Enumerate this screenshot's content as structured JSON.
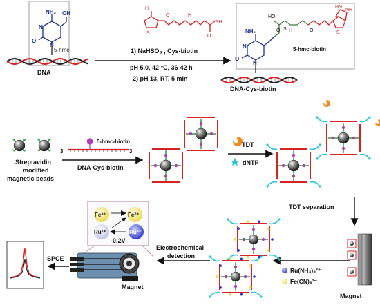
{
  "top": {
    "dna_label": "DNA",
    "hmc_label": "5-hmc",
    "step1": "1) NaHSO₃ , Cys-biotin",
    "cond1": "pH 5.0, 42 °C, 36-42 h",
    "step2": "2) pH 13, RT, 5 min",
    "product_box_label": "5-hmc-biotin",
    "product_label": "DNA-Cys-biotin",
    "atoms": {
      "nh2": "NH₂",
      "n": "N",
      "o": "O",
      "oh": "OH",
      "h": "H",
      "hn": "HN",
      "nh": "NH",
      "s": "S",
      "sh": "SH",
      "ho": "HO"
    }
  },
  "middle": {
    "beads_label_1": "Streptavidin",
    "beads_label_2": "modified",
    "beads_label_3": "magnetic beads",
    "probe_label": "5-hmc-biotin",
    "strand_5": "3'",
    "strand_3": "3'",
    "arrow_label": "DNA-Cys-biotin",
    "tdt_label": "TDT",
    "dntp_label": "dNTP"
  },
  "bottom": {
    "separation_label": "TDT separation",
    "magnet_right": "Magnet",
    "ru_label": "Ru(NH₃)₆³⁺",
    "fe_label": "Fe(CN)₆³⁻",
    "detect_1": "Electrochemical",
    "detect_2": "detection",
    "spce_label": "SPCE",
    "magnet_left": "Magnet",
    "fe3": "Fe³⁺",
    "fe2": "Fe²⁺",
    "ru2": "Ru²⁺",
    "ru3": "Ru³⁺",
    "potential": "-0.2V"
  },
  "colors": {
    "dna_red": "#d62222",
    "dna_dark": "#222222",
    "blue_chem": "#1b2f8f",
    "streptavidin_green": "#3aa64a",
    "biotin_purple": "#b23bb8",
    "tail_cyan": "#29c4d6",
    "tdt_orange": "#f08a1c",
    "electrode_blue": "#6d8fb0",
    "curve_red": "#e02020",
    "curve_black": "#222222"
  }
}
